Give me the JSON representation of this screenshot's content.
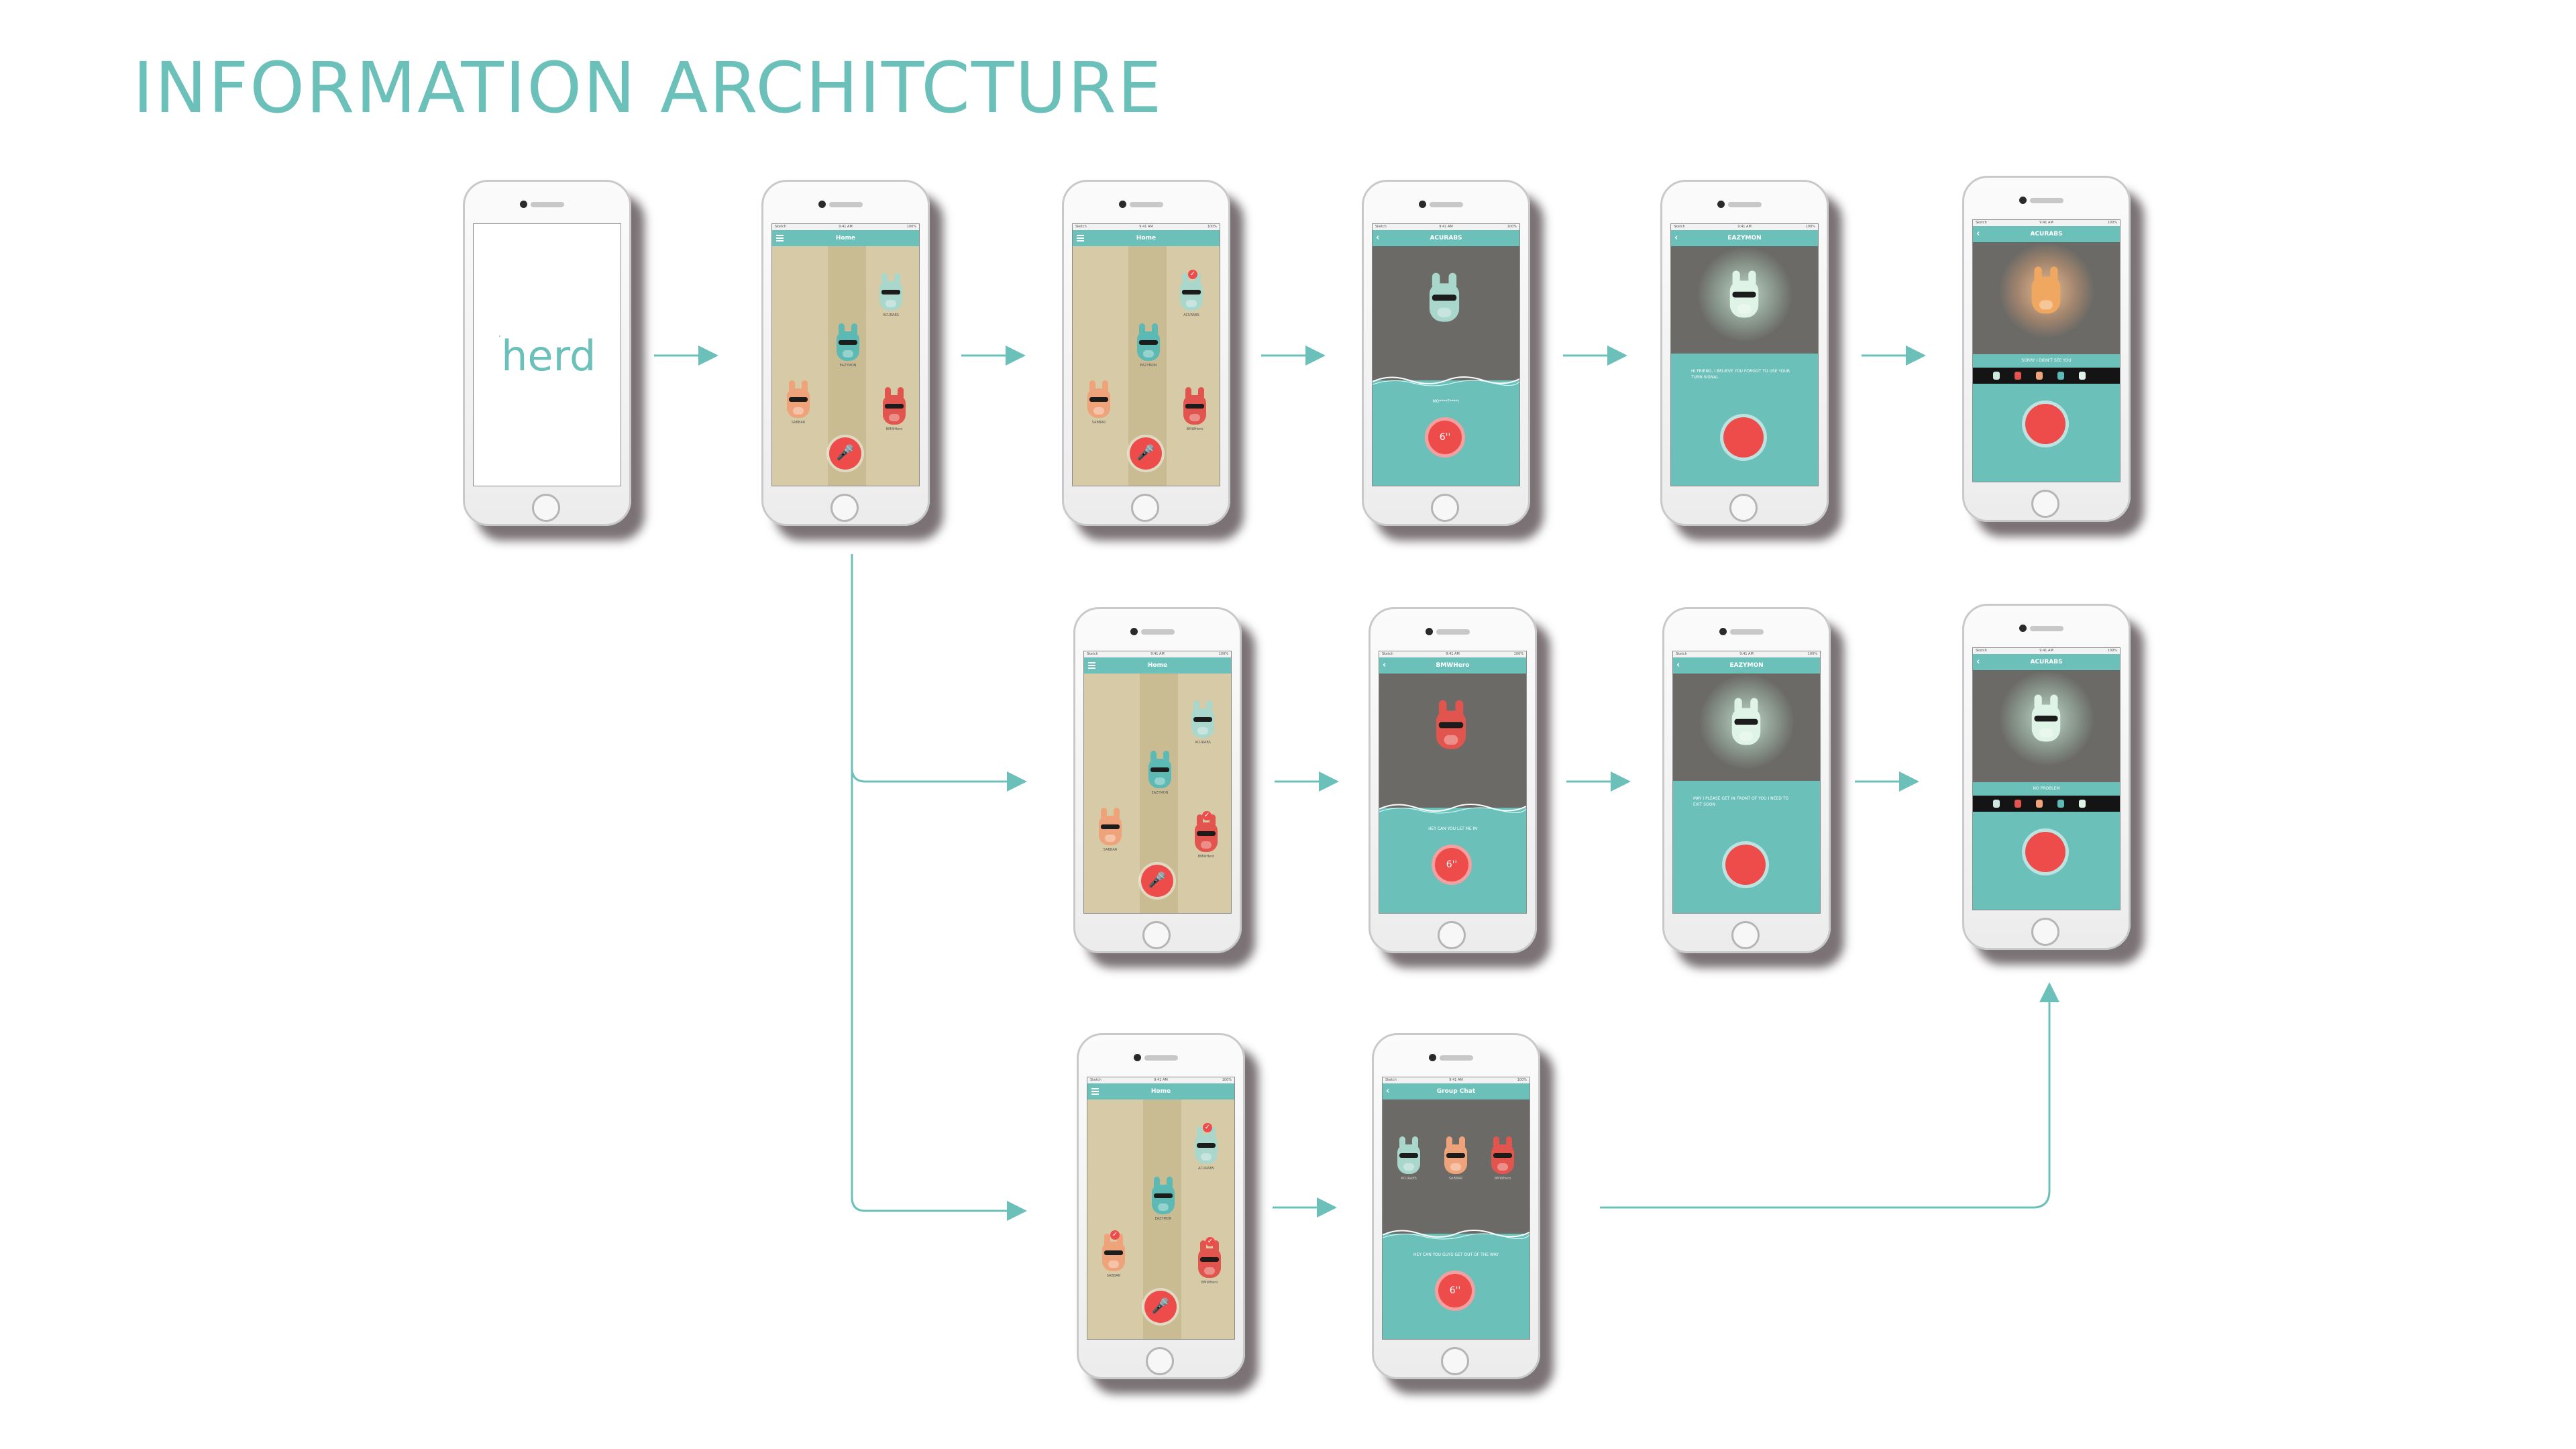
{
  "title": "INFORMATION ARCHITCTURE",
  "logo": "herd",
  "status": {
    "carrier": "Sketch",
    "time": "9:41 AM",
    "battery": "100%"
  },
  "screens": {
    "home_title": "Home",
    "acurabs": "ACURABS",
    "eazymon": "EAZYMON",
    "bmwhero": "BMWHero",
    "group_chat": "Group Chat"
  },
  "llama_names": {
    "acurabs": "ACURABS",
    "eazymon": "EAZYMON",
    "sabbar": "SABBAR",
    "bmwhero": "BMWHero"
  },
  "messages": {
    "censored": "MO****F****!",
    "turn_signal": "HI FRIEND, I BELIEVE YOU FORGOT TO USE YOUR TURN SIGNAL",
    "sorry": "SORRY I DIDN'T SEE YOU",
    "let_me_in": "HEY CAN YOU LET ME IN",
    "exit_soon": "MAY I PLEASE GET IN FRONT OF YOU I NEED TO EXIT SOON",
    "no_problem": "NO PROBLEM",
    "out_of_way": "HEY CAN YOU GUYS GET OUT OF THE WAY"
  },
  "timer": "6''",
  "colors": {
    "teal": "#6cc0ba",
    "red": "#ee4b4b",
    "sand": "#d6cba6",
    "dark": "#6b6a66",
    "shadow": "#463c3e"
  },
  "icons": [
    "mic-icon",
    "menu-icon",
    "back-icon",
    "check-icon",
    "record-button"
  ]
}
